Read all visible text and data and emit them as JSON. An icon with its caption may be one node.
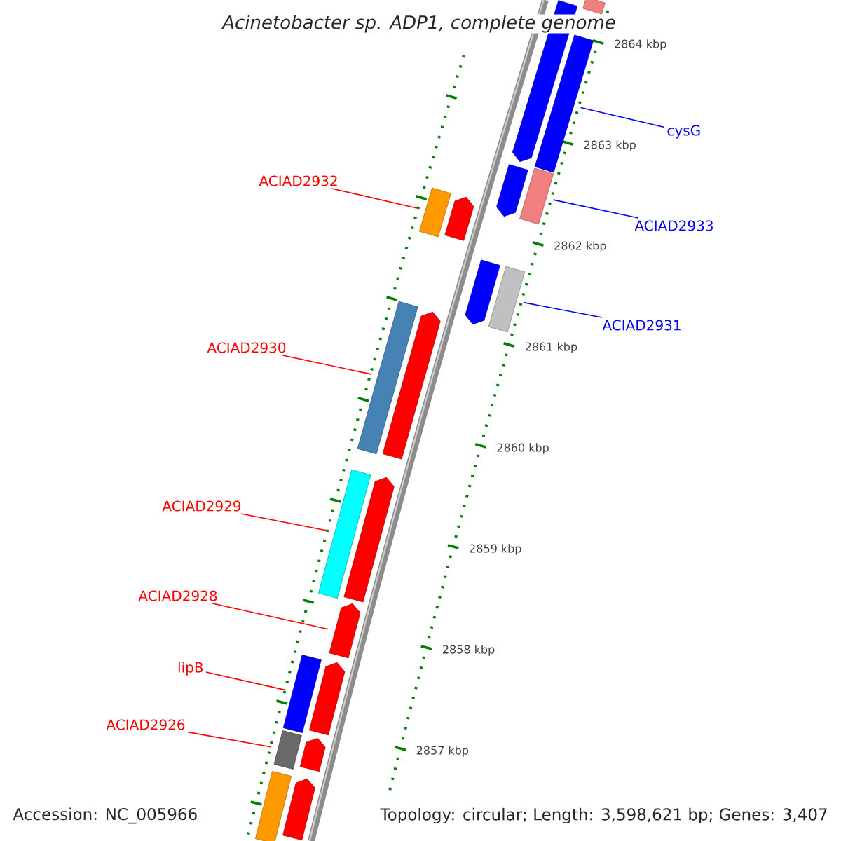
{
  "diagram": {
    "title": "Acinetobacter sp. ADP1, complete genome",
    "nodes": [
      {
        "text": [
          "cysG"
        ]
      },
      {
        "text": [
          "ACIAD2932"
        ]
      },
      {
        "text": [
          "ACIAD2933"
        ]
      },
      {
        "text": [
          "ACIAD2931"
        ]
      },
      {
        "text": [
          "ACIAD2930"
        ]
      },
      {
        "text": [
          "ACIAD2929"
        ]
      },
      {
        "text": [
          "ACIAD2928"
        ]
      },
      {
        "text": [
          "lipB"
        ]
      },
      {
        "text": [
          "ACIAD2926"
        ]
      },
      {
        "text": [],
        "shape": "pentagon"
      },
      {
        "text": [],
        "shape": "bar"
      },
      {
        "text": [],
        "shape": "bar"
      },
      {
        "text": [],
        "shape": "pentagon"
      },
      {
        "text": [],
        "shape": "bar"
      },
      {
        "text": [],
        "shape": "bar"
      },
      {
        "text": [],
        "shape": "pentagon"
      },
      {
        "text": [],
        "shape": "pentagon"
      },
      {
        "text": [],
        "shape": "bar"
      },
      {
        "text": [],
        "shape": "bar"
      },
      {
        "text": [],
        "shape": "pentagon"
      },
      {
        "text": [],
        "shape": "bar"
      },
      {
        "text": [],
        "shape": "pentagon"
      },
      {
        "text": [],
        "shape": "pentagon"
      },
      {
        "text": [],
        "shape": "bar"
      },
      {
        "text": [],
        "shape": "pentagon"
      },
      {
        "text": [],
        "shape": "bar"
      },
      {
        "text": [],
        "shape": "pentagon"
      },
      {
        "text": [],
        "shape": "bar"
      },
      {
        "text": [],
        "shape": "pentagon"
      }
    ],
    "edges": [
      {
        "from": 0,
        "to": 11,
        "arrow": "none",
        "color": "#0000ff"
      },
      {
        "from": 1,
        "to": 14,
        "arrow": "none"
      },
      {
        "from": 2,
        "to": 13,
        "arrow": "none",
        "color": "#0000ff"
      },
      {
        "from": 3,
        "to": 17,
        "arrow": "none",
        "color": "#0000ff"
      },
      {
        "from": 4,
        "to": 18,
        "arrow": "none"
      },
      {
        "from": 5,
        "to": 20,
        "arrow": "none"
      },
      {
        "from": 6,
        "to": 22,
        "arrow": "none"
      },
      {
        "from": 7,
        "to": 23,
        "arrow": "none"
      },
      {
        "from": 8,
        "to": 25,
        "arrow": "none"
      }
    ],
    "labels": [
      "2864 kbp",
      "2863 kbp",
      "2862 kbp",
      "2861 kbp",
      "2860 kbp",
      "2859 kbp",
      "2858 kbp",
      "2857 kbp",
      "Accession: NC_005966",
      "Topology: circular; Length: 3,598,621 bp; Genes: 3,407"
    ]
  }
}
